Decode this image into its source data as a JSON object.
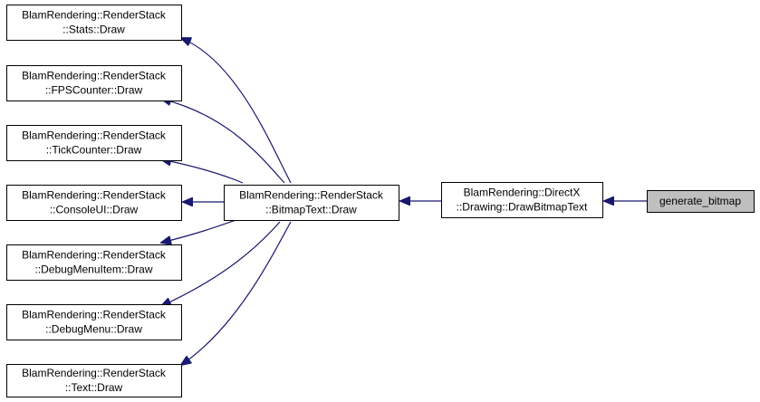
{
  "diagram": {
    "type": "caller-graph",
    "colors": {
      "edge": "#191970",
      "node_border": "#000000",
      "node_fill": "#ffffff",
      "target_fill": "#bfbfbf"
    },
    "nodes": [
      {
        "id": "stats",
        "lines": [
          "BlamRendering::RenderStack",
          "::Stats::Draw"
        ]
      },
      {
        "id": "fps",
        "lines": [
          "BlamRendering::RenderStack",
          "::FPSCounter::Draw"
        ]
      },
      {
        "id": "tick",
        "lines": [
          "BlamRendering::RenderStack",
          "::TickCounter::Draw"
        ]
      },
      {
        "id": "console",
        "lines": [
          "BlamRendering::RenderStack",
          "::ConsoleUI::Draw"
        ]
      },
      {
        "id": "debugitem",
        "lines": [
          "BlamRendering::RenderStack",
          "::DebugMenuItem::Draw"
        ]
      },
      {
        "id": "debugmenu",
        "lines": [
          "BlamRendering::RenderStack",
          "::DebugMenu::Draw"
        ]
      },
      {
        "id": "text",
        "lines": [
          "BlamRendering::RenderStack",
          "::Text::Draw"
        ]
      },
      {
        "id": "bitmaptext",
        "lines": [
          "BlamRendering::RenderStack",
          "::BitmapText::Draw"
        ]
      },
      {
        "id": "drawbitmap",
        "lines": [
          "BlamRendering::DirectX",
          "::Drawing::DrawBitmapText"
        ]
      },
      {
        "id": "generate",
        "lines": [
          "generate_bitmap"
        ],
        "highlighted": true
      }
    ],
    "edges": [
      {
        "from": "bitmaptext",
        "to": "stats"
      },
      {
        "from": "bitmaptext",
        "to": "fps"
      },
      {
        "from": "bitmaptext",
        "to": "tick"
      },
      {
        "from": "bitmaptext",
        "to": "console"
      },
      {
        "from": "bitmaptext",
        "to": "debugitem"
      },
      {
        "from": "bitmaptext",
        "to": "debugmenu"
      },
      {
        "from": "bitmaptext",
        "to": "text"
      },
      {
        "from": "drawbitmap",
        "to": "bitmaptext"
      },
      {
        "from": "generate",
        "to": "drawbitmap"
      }
    ]
  }
}
